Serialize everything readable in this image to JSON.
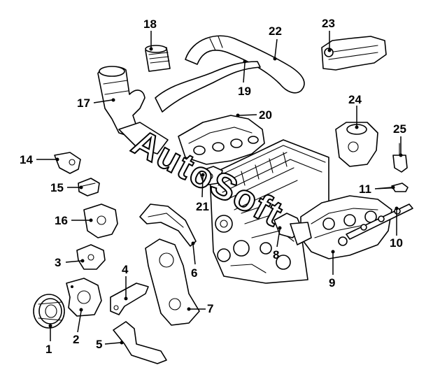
{
  "watermark": "AutoSoft",
  "callouts": [
    {
      "id": "1",
      "label": "1"
    },
    {
      "id": "2",
      "label": "2"
    },
    {
      "id": "3",
      "label": "3"
    },
    {
      "id": "4",
      "label": "4"
    },
    {
      "id": "5",
      "label": "5"
    },
    {
      "id": "6",
      "label": "6"
    },
    {
      "id": "7",
      "label": "7"
    },
    {
      "id": "8",
      "label": "8"
    },
    {
      "id": "9",
      "label": "9"
    },
    {
      "id": "10",
      "label": "10"
    },
    {
      "id": "11",
      "label": "11"
    },
    {
      "id": "14",
      "label": "14"
    },
    {
      "id": "15",
      "label": "15"
    },
    {
      "id": "16",
      "label": "16"
    },
    {
      "id": "17",
      "label": "17"
    },
    {
      "id": "18",
      "label": "18"
    },
    {
      "id": "19",
      "label": "19"
    },
    {
      "id": "20",
      "label": "20"
    },
    {
      "id": "21",
      "label": "21"
    },
    {
      "id": "22",
      "label": "22"
    },
    {
      "id": "23",
      "label": "23"
    },
    {
      "id": "24",
      "label": "24"
    },
    {
      "id": "25",
      "label": "25"
    }
  ]
}
